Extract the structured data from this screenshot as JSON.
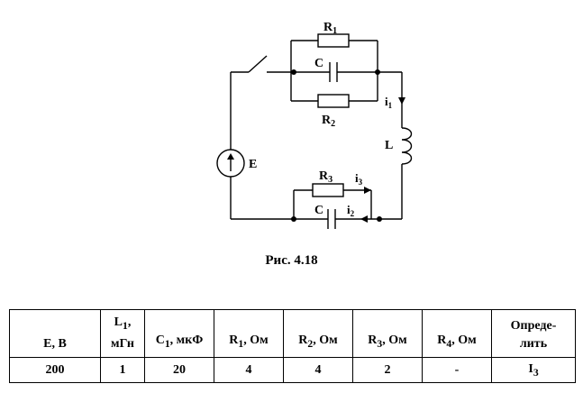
{
  "figure": {
    "caption": "Рис. 4.18",
    "labels": {
      "R1": "R",
      "R1_sub": "1",
      "C_top": "C",
      "R2": "R",
      "R2_sub": "2",
      "i1": "i",
      "i1_sub": "1",
      "L": "L",
      "E": "E",
      "R3": "R",
      "R3_sub": "3",
      "i3": "i",
      "i3_sub": "3",
      "C_bottom": "C",
      "i2": "i",
      "i2_sub": "2"
    }
  },
  "table": {
    "headers": [
      {
        "pre": "E, В",
        "sub": "",
        "post": ""
      },
      {
        "pre": "L",
        "sub": "1",
        "post": ",",
        "line2": "мГн"
      },
      {
        "pre": "C",
        "sub": "1",
        "post": ", мкФ"
      },
      {
        "pre": "R",
        "sub": "1",
        "post": ", Ом"
      },
      {
        "pre": "R",
        "sub": "2",
        "post": ", Ом"
      },
      {
        "pre": "R",
        "sub": "3",
        "post": ", Ом"
      },
      {
        "pre": "R",
        "sub": "4",
        "post": ", Ом"
      },
      {
        "pre": "Опреде-",
        "sub": "",
        "post": "",
        "line2": "лить"
      }
    ],
    "values": [
      "200",
      "1",
      "20",
      "4",
      "4",
      "2",
      "-",
      "I",
      "3"
    ]
  }
}
